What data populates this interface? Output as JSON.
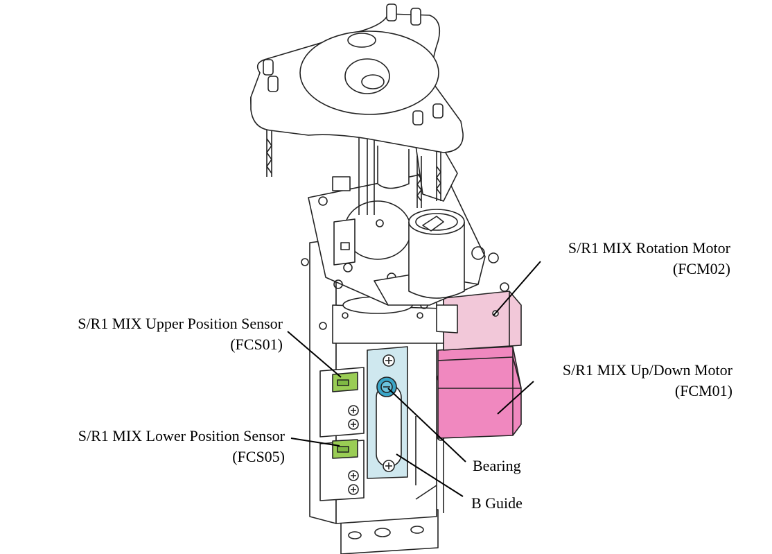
{
  "callouts": {
    "rotation_motor": {
      "name": "S/R1 MIX Rotation Motor",
      "code": "(FCM02)"
    },
    "updown_motor": {
      "name": "S/R1 MIX Up/Down Motor",
      "code": "(FCM01)"
    },
    "upper_sensor": {
      "name": "S/R1 MIX Upper Position Sensor",
      "code": "(FCS01)"
    },
    "lower_sensor": {
      "name": "S/R1 MIX Lower Position Sensor",
      "code": "(FCS05)"
    },
    "bearing": {
      "name": "Bearing"
    },
    "b_guide": {
      "name": "B Guide"
    }
  },
  "colors": {
    "rotation_motor": "#f2c8d9",
    "updown_motor": "#f088bf",
    "sensor": "#9acd55",
    "bearing": "#3aa6c8",
    "b_guide": "#cfe8ef",
    "line": "#222222"
  }
}
